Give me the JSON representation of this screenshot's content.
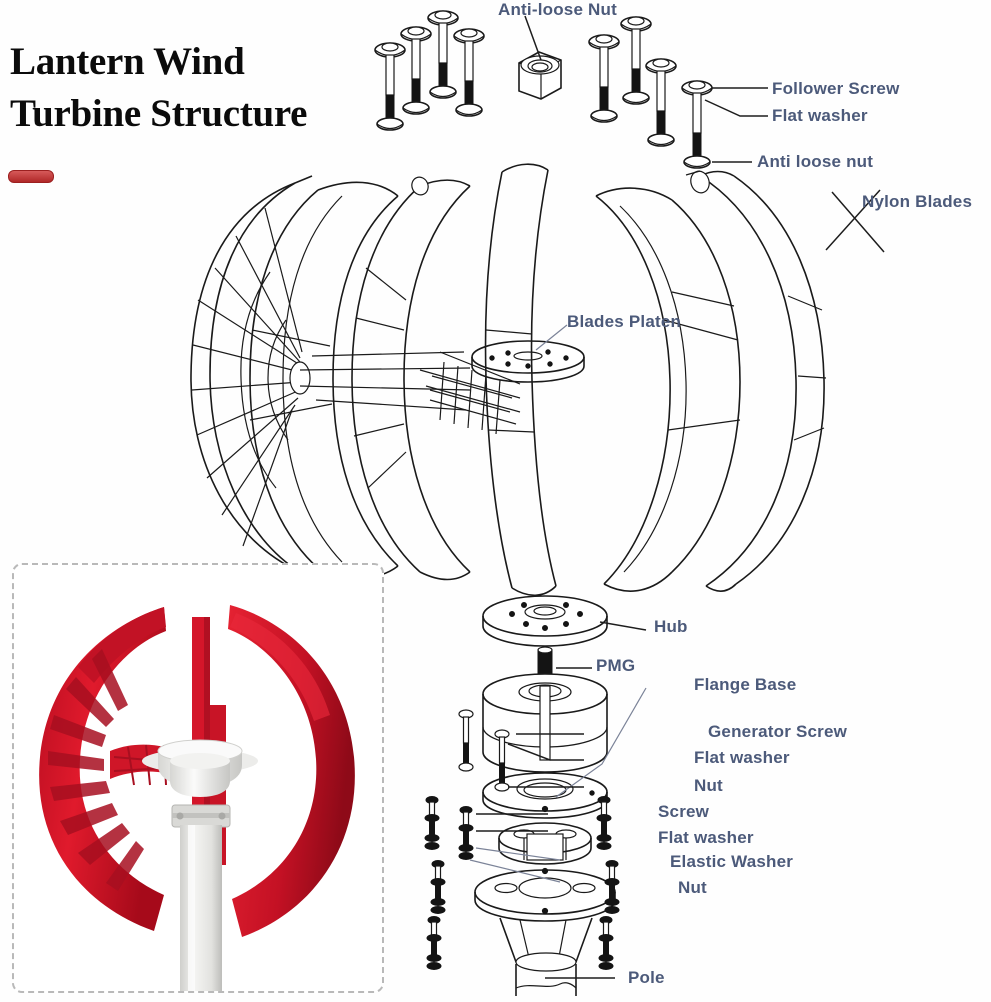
{
  "title": {
    "line1": "Lantern Wind",
    "line2": "Turbine Structure"
  },
  "accent_color": "#b02828",
  "label_color": "#4c5a7a",
  "labels": {
    "anti_loose_nut_top": "Anti-loose Nut",
    "follower_screw": "Follower Screw",
    "flat_washer_top": "Flat washer",
    "anti_loose_nut_right": "Anti loose nut",
    "nylon_blades": "Nylon Blades",
    "blades_platen": "Blades Platen",
    "hub": "Hub",
    "pmg": "PMG",
    "flange_base": "Flange Base",
    "generator_screw": "Generator Screw",
    "flat_washer_gen": "Flat washer",
    "nut_gen": "Nut",
    "screw": "Screw",
    "flat_washer_base": "Flat washer",
    "elastic_washer": "Elastic Washer",
    "nut_base": "Nut",
    "pole": "Pole"
  },
  "parts": {
    "upper_assembly": "exploded lantern rotor with nylon blades and blades platen",
    "lower_assembly": "exploded generator stack: hub, PMG, flange base, pole",
    "fastener_count_top": 8
  },
  "inset_photo": {
    "description": "red lantern vertical axis wind turbine mounted on white pole",
    "blade_color": "#d1112a",
    "pole_color": "#e8e8e6"
  }
}
